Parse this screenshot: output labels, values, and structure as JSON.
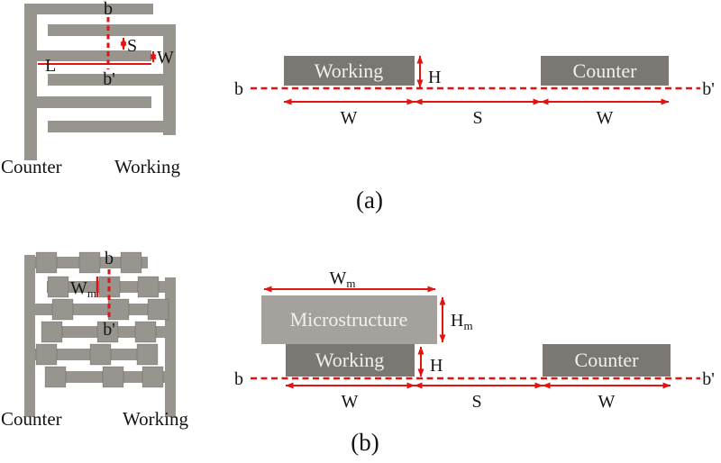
{
  "colors": {
    "paper": "#ffffff",
    "electrode": "#98958f",
    "block": "#7b7873",
    "micro": "#a5a29d",
    "red": "#e01511",
    "ink": "#141414",
    "blocktext": "#f1f0ee"
  },
  "panel_a": {
    "caption": "(a)",
    "top_view": {
      "b_label": "b",
      "b_prime_label": "b'",
      "s_label": "S",
      "w_label": "W",
      "l_label": "L",
      "counter_label": "Counter",
      "working_label": "Working"
    },
    "cross_section": {
      "working_label": "Working",
      "counter_label": "Counter",
      "h_label": "H",
      "b_label": "b",
      "b_prime_label": "b'",
      "w1_label": "W",
      "s_label": "S",
      "w2_label": "W"
    }
  },
  "panel_b": {
    "caption": "(b)",
    "top_view": {
      "b_label": "b",
      "b_prime_label": "b'",
      "wm_main": "W",
      "wm_sub": "m",
      "counter_label": "Counter",
      "working_label": "Working"
    },
    "cross_section": {
      "wm_main": "W",
      "wm_sub": "m",
      "hm_main": "H",
      "hm_sub": "m",
      "microstructure_label": "Microstructure",
      "working_label": "Working",
      "counter_label": "Counter",
      "h_label": "H",
      "b_label": "b",
      "b_prime_label": "b'",
      "w1_label": "W",
      "s_label": "S",
      "w2_label": "W"
    }
  }
}
